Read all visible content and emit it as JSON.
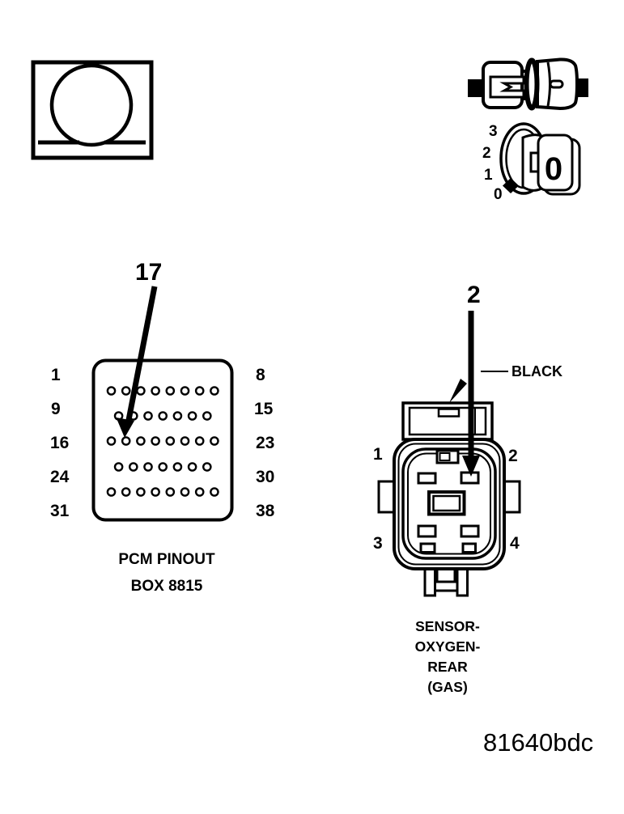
{
  "figure": {
    "code": "81640bdc"
  },
  "icons": {
    "ohmmeter": "ohmmeter-symbol",
    "probe_terminals": "mating-terminal-probes",
    "dial": "meter-dial"
  },
  "dial": {
    "scale_labels": [
      "3",
      "2",
      "1",
      "0"
    ],
    "reading": "0"
  },
  "pcm": {
    "callout": "17",
    "title_line1": "PCM PINOUT",
    "title_line2": "BOX 8815",
    "rows": [
      {
        "left_label": "1",
        "right_label": "8",
        "pins": 8
      },
      {
        "left_label": "9",
        "right_label": "15",
        "pins": 7
      },
      {
        "left_label": "16",
        "right_label": "23",
        "pins": 8
      },
      {
        "left_label": "24",
        "right_label": "30",
        "pins": 7
      },
      {
        "left_label": "31",
        "right_label": "38",
        "pins": 8
      }
    ]
  },
  "sensor": {
    "callout": "2",
    "wire_label": "BLACK",
    "cavity_labels": [
      "1",
      "2",
      "3",
      "4"
    ],
    "name_lines": [
      "SENSOR-",
      "OXYGEN-",
      "REAR",
      "(GAS)"
    ]
  }
}
